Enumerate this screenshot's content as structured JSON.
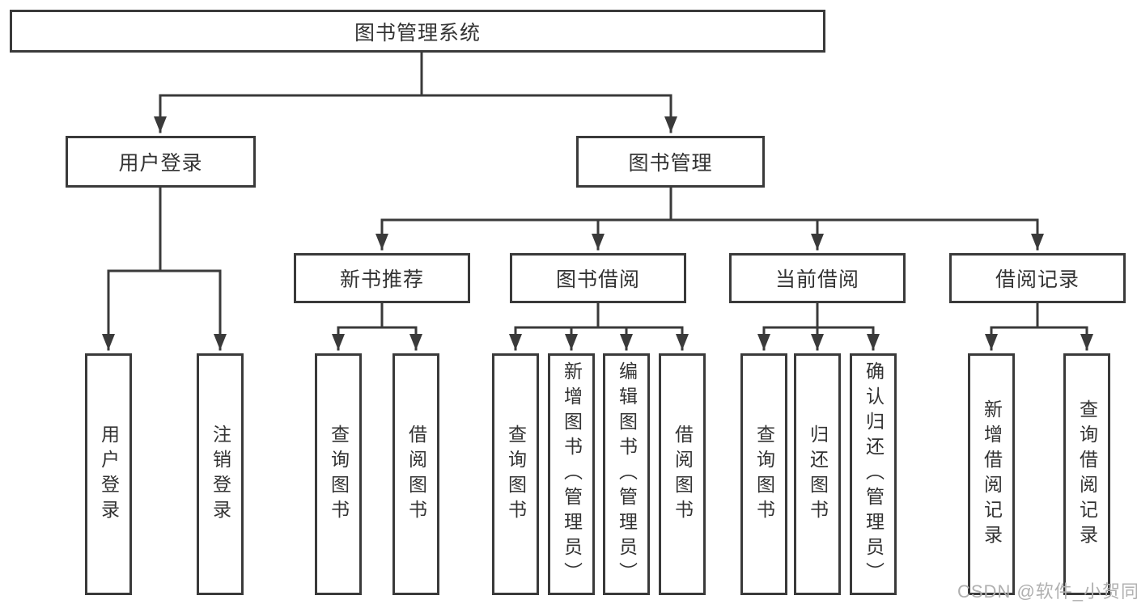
{
  "colors": {
    "line": "#3a3a3a",
    "text": "#333333",
    "watermark": "#b0b0b0",
    "background": "#ffffff"
  },
  "watermark": {
    "text": "CSDN @软件_小贺同学"
  },
  "nodes": {
    "root": {
      "label": "图书管理系统"
    },
    "login": {
      "label": "用户登录",
      "leaves": [
        {
          "label": "用户登录"
        },
        {
          "label": "注销登录"
        }
      ]
    },
    "mgmt": {
      "label": "图书管理",
      "groups": [
        {
          "label": "新书推荐",
          "leaves": [
            {
              "label": "查询图书"
            },
            {
              "label": "借阅图书"
            }
          ]
        },
        {
          "label": "图书借阅",
          "leaves": [
            {
              "label": "查询图书"
            },
            {
              "label": "新增图书（管理员）"
            },
            {
              "label": "编辑图书（管理员）"
            },
            {
              "label": "借阅图书"
            }
          ]
        },
        {
          "label": "当前借阅",
          "leaves": [
            {
              "label": "查询图书"
            },
            {
              "label": "归还图书"
            },
            {
              "label": "确认归还（管理员）"
            }
          ]
        },
        {
          "label": "借阅记录",
          "leaves": [
            {
              "label": "新增借阅记录"
            },
            {
              "label": "查询借阅记录"
            }
          ]
        }
      ]
    }
  }
}
